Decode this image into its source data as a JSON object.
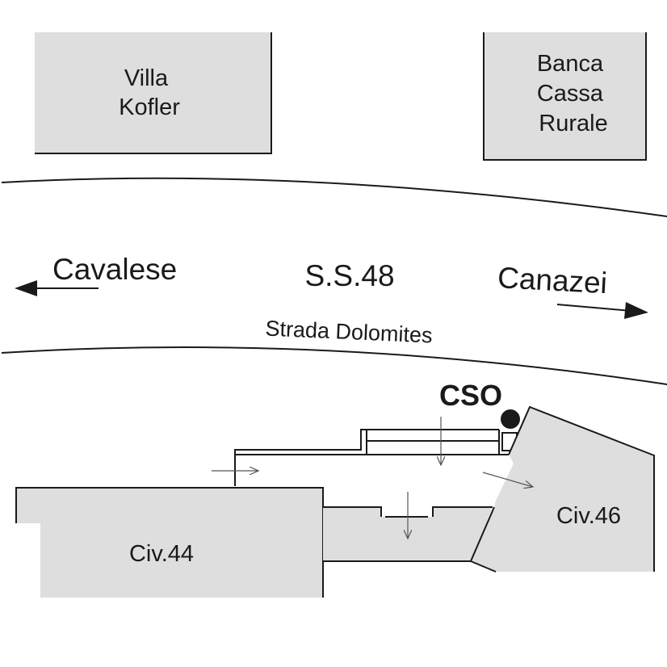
{
  "buildings": {
    "villa": [
      "Villa",
      "Kofler"
    ],
    "banca": [
      "Banca",
      "Cassa",
      "Rurale"
    ],
    "civ44": "Civ.44",
    "civ46": "Civ.46"
  },
  "road": {
    "number": "S.S.48",
    "name": "Strada Dolomites",
    "west_direction": "Cavalese",
    "east_direction": "Canazei"
  },
  "cso_label": "CSO",
  "colors": {
    "building_fill": "#dedede",
    "ink": "#1a1a1a",
    "flow_arrow": "#555555"
  },
  "icons": {
    "direction": "arrow-icon",
    "flow": "flow-arrow-icon",
    "cso": "filled-circle-marker-icon"
  }
}
